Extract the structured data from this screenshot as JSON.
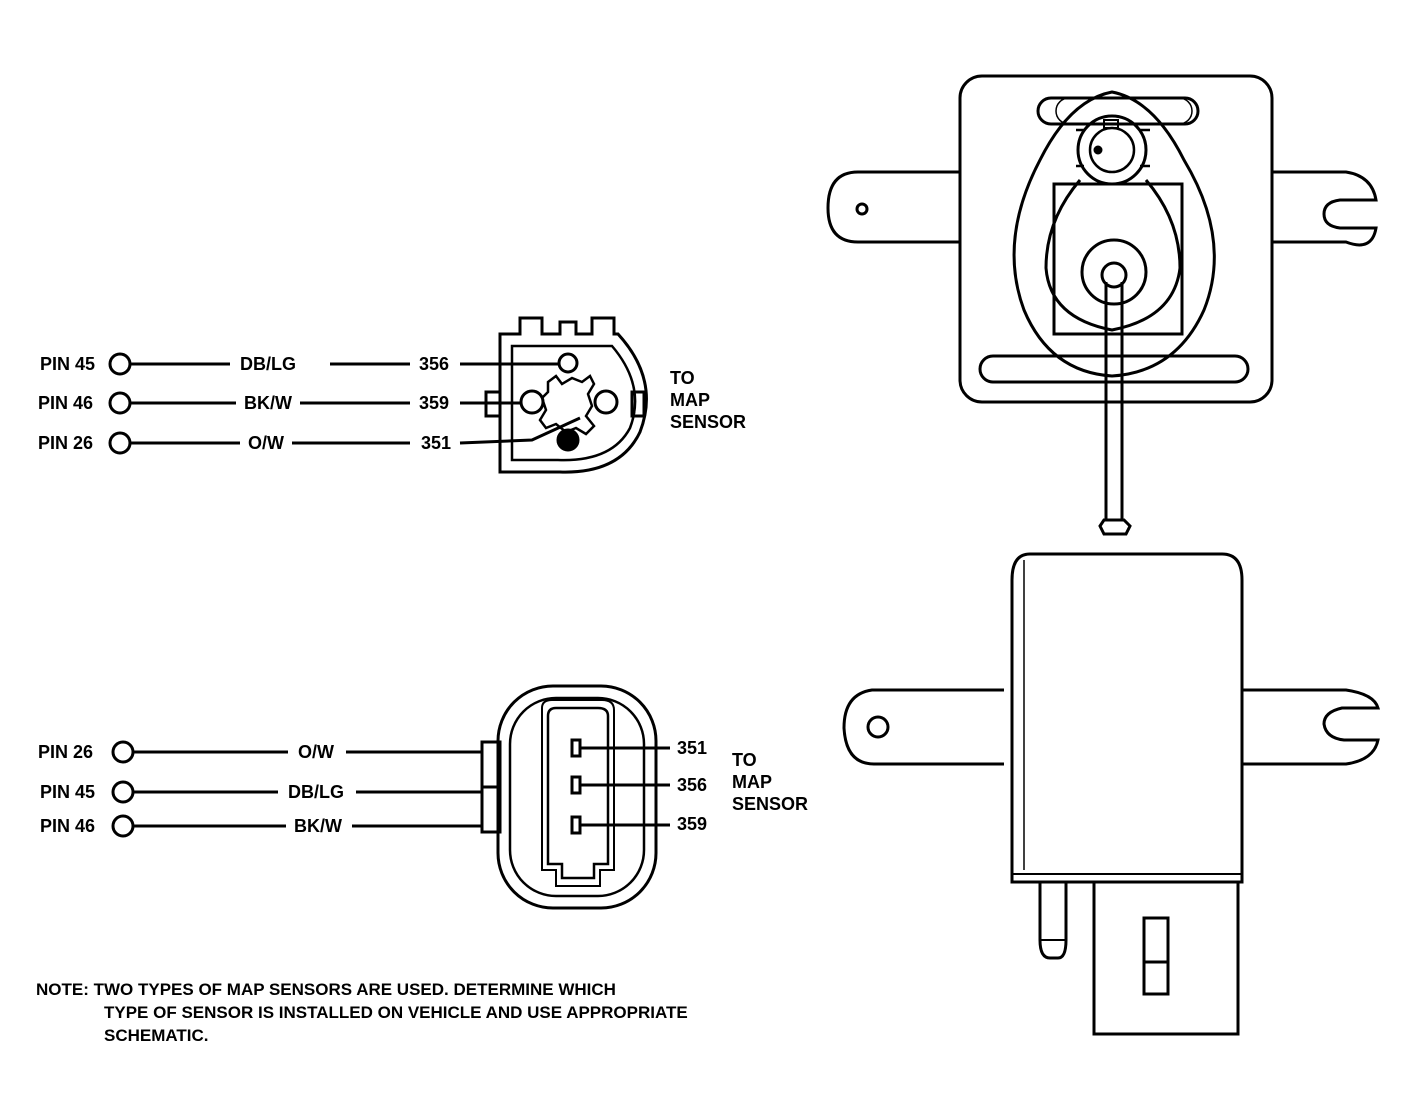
{
  "connector_a": {
    "pins": [
      {
        "pin": "PIN 45",
        "wire": "DB/LG",
        "circuit": "356"
      },
      {
        "pin": "PIN 46",
        "wire": "BK/W",
        "circuit": "359"
      },
      {
        "pin": "PIN 26",
        "wire": "O/W",
        "circuit": "351"
      }
    ],
    "to_label": [
      "TO",
      "MAP",
      "SENSOR"
    ]
  },
  "connector_b": {
    "pins": [
      {
        "pin": "PIN 26",
        "wire": "O/W",
        "circuit": "351"
      },
      {
        "pin": "PIN 45",
        "wire": "DB/LG",
        "circuit": "356"
      },
      {
        "pin": "PIN 46",
        "wire": "BK/W",
        "circuit": "359"
      }
    ],
    "to_label": [
      "TO",
      "MAP",
      "SENSOR"
    ]
  },
  "note": {
    "lines": [
      "NOTE:  TWO TYPES OF MAP SENSORS ARE USED. DETERMINE WHICH",
      "TYPE OF SENSOR IS INSTALLED ON VEHICLE AND USE APPROPRIATE",
      "SCHEMATIC."
    ]
  }
}
